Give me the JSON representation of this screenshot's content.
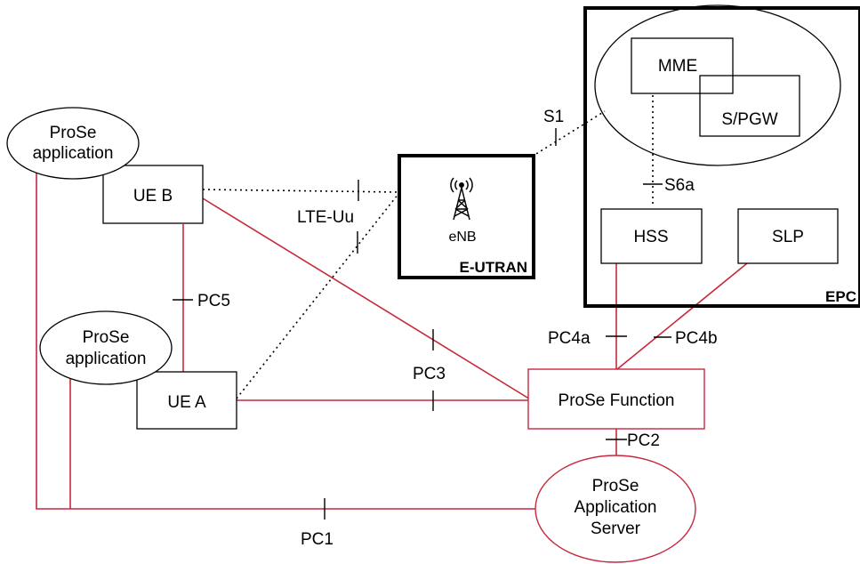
{
  "nodes": {
    "ue_b": "UE B",
    "ue_a": "UE A",
    "prose_app_1": [
      "ProSe",
      "application"
    ],
    "prose_app_2": [
      "ProSe",
      "application"
    ],
    "enb": "eNB",
    "eutran": "E-UTRAN",
    "mme": "MME",
    "spgw": "S/PGW",
    "hss": "HSS",
    "slp": "SLP",
    "epc": "EPC",
    "prose_function": "ProSe Function",
    "prose_app_server": [
      "ProSe",
      "Application",
      "Server"
    ]
  },
  "interfaces": {
    "s1": "S1",
    "s6a": "S6a",
    "lte_uu": "LTE-Uu",
    "pc5": "PC5",
    "pc3": "PC3",
    "pc4a": "PC4a",
    "pc4b": "PC4b",
    "pc2": "PC2",
    "pc1": "PC1"
  },
  "colors": {
    "prose_link": "#c8283c",
    "epc_link": "#000000"
  }
}
